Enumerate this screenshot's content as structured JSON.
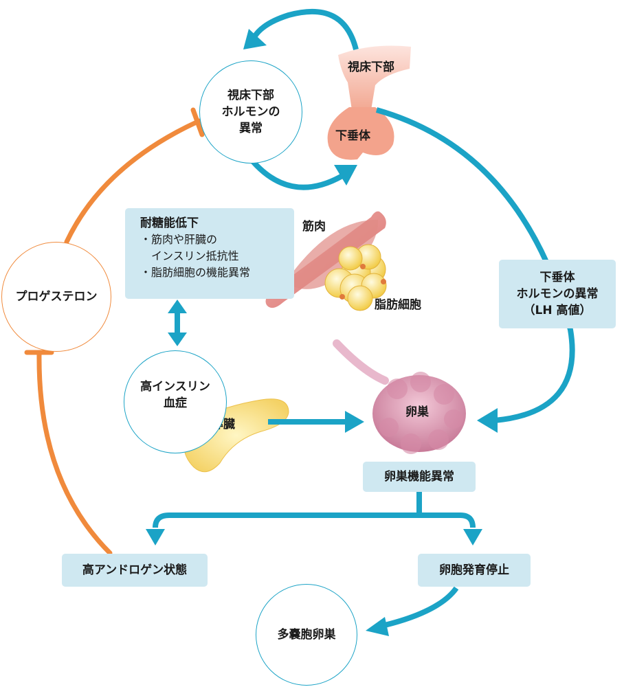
{
  "hypothalamus_label": "視床下部",
  "pituitary_label": "下垂体",
  "hypothalamic_hormone": {
    "lines": [
      "視床下部",
      "ホルモンの",
      "異常"
    ]
  },
  "pituitary_hormone": {
    "lines": [
      "下垂体",
      "ホルモンの異常",
      "（LH 高値）"
    ]
  },
  "insulin_resistance": {
    "title": "耐糖能低下",
    "items": [
      "・筋肉や肝臓の",
      "　インスリン抵抗性",
      "・脂肪細胞の機能異常"
    ]
  },
  "muscle_label": "筋肉",
  "fat_label": "脂肪細胞",
  "progesterone": "プロゲステロン",
  "hyperinsulinemia": {
    "lines": [
      "高インスリン",
      "血症"
    ]
  },
  "pancreas_label": "膵臓",
  "ovary_label": "卵巣",
  "ovarian_dysfunction": "卵巣機能異常",
  "hyperandrogenism": "高アンドロゲン状態",
  "follicle_arrest": "卵胞発育停止",
  "pcos": "多嚢胞卵巣",
  "colors": {
    "blue": "#1ba3c6",
    "orange": "#f08a3c",
    "box": "#cfe8f1"
  }
}
